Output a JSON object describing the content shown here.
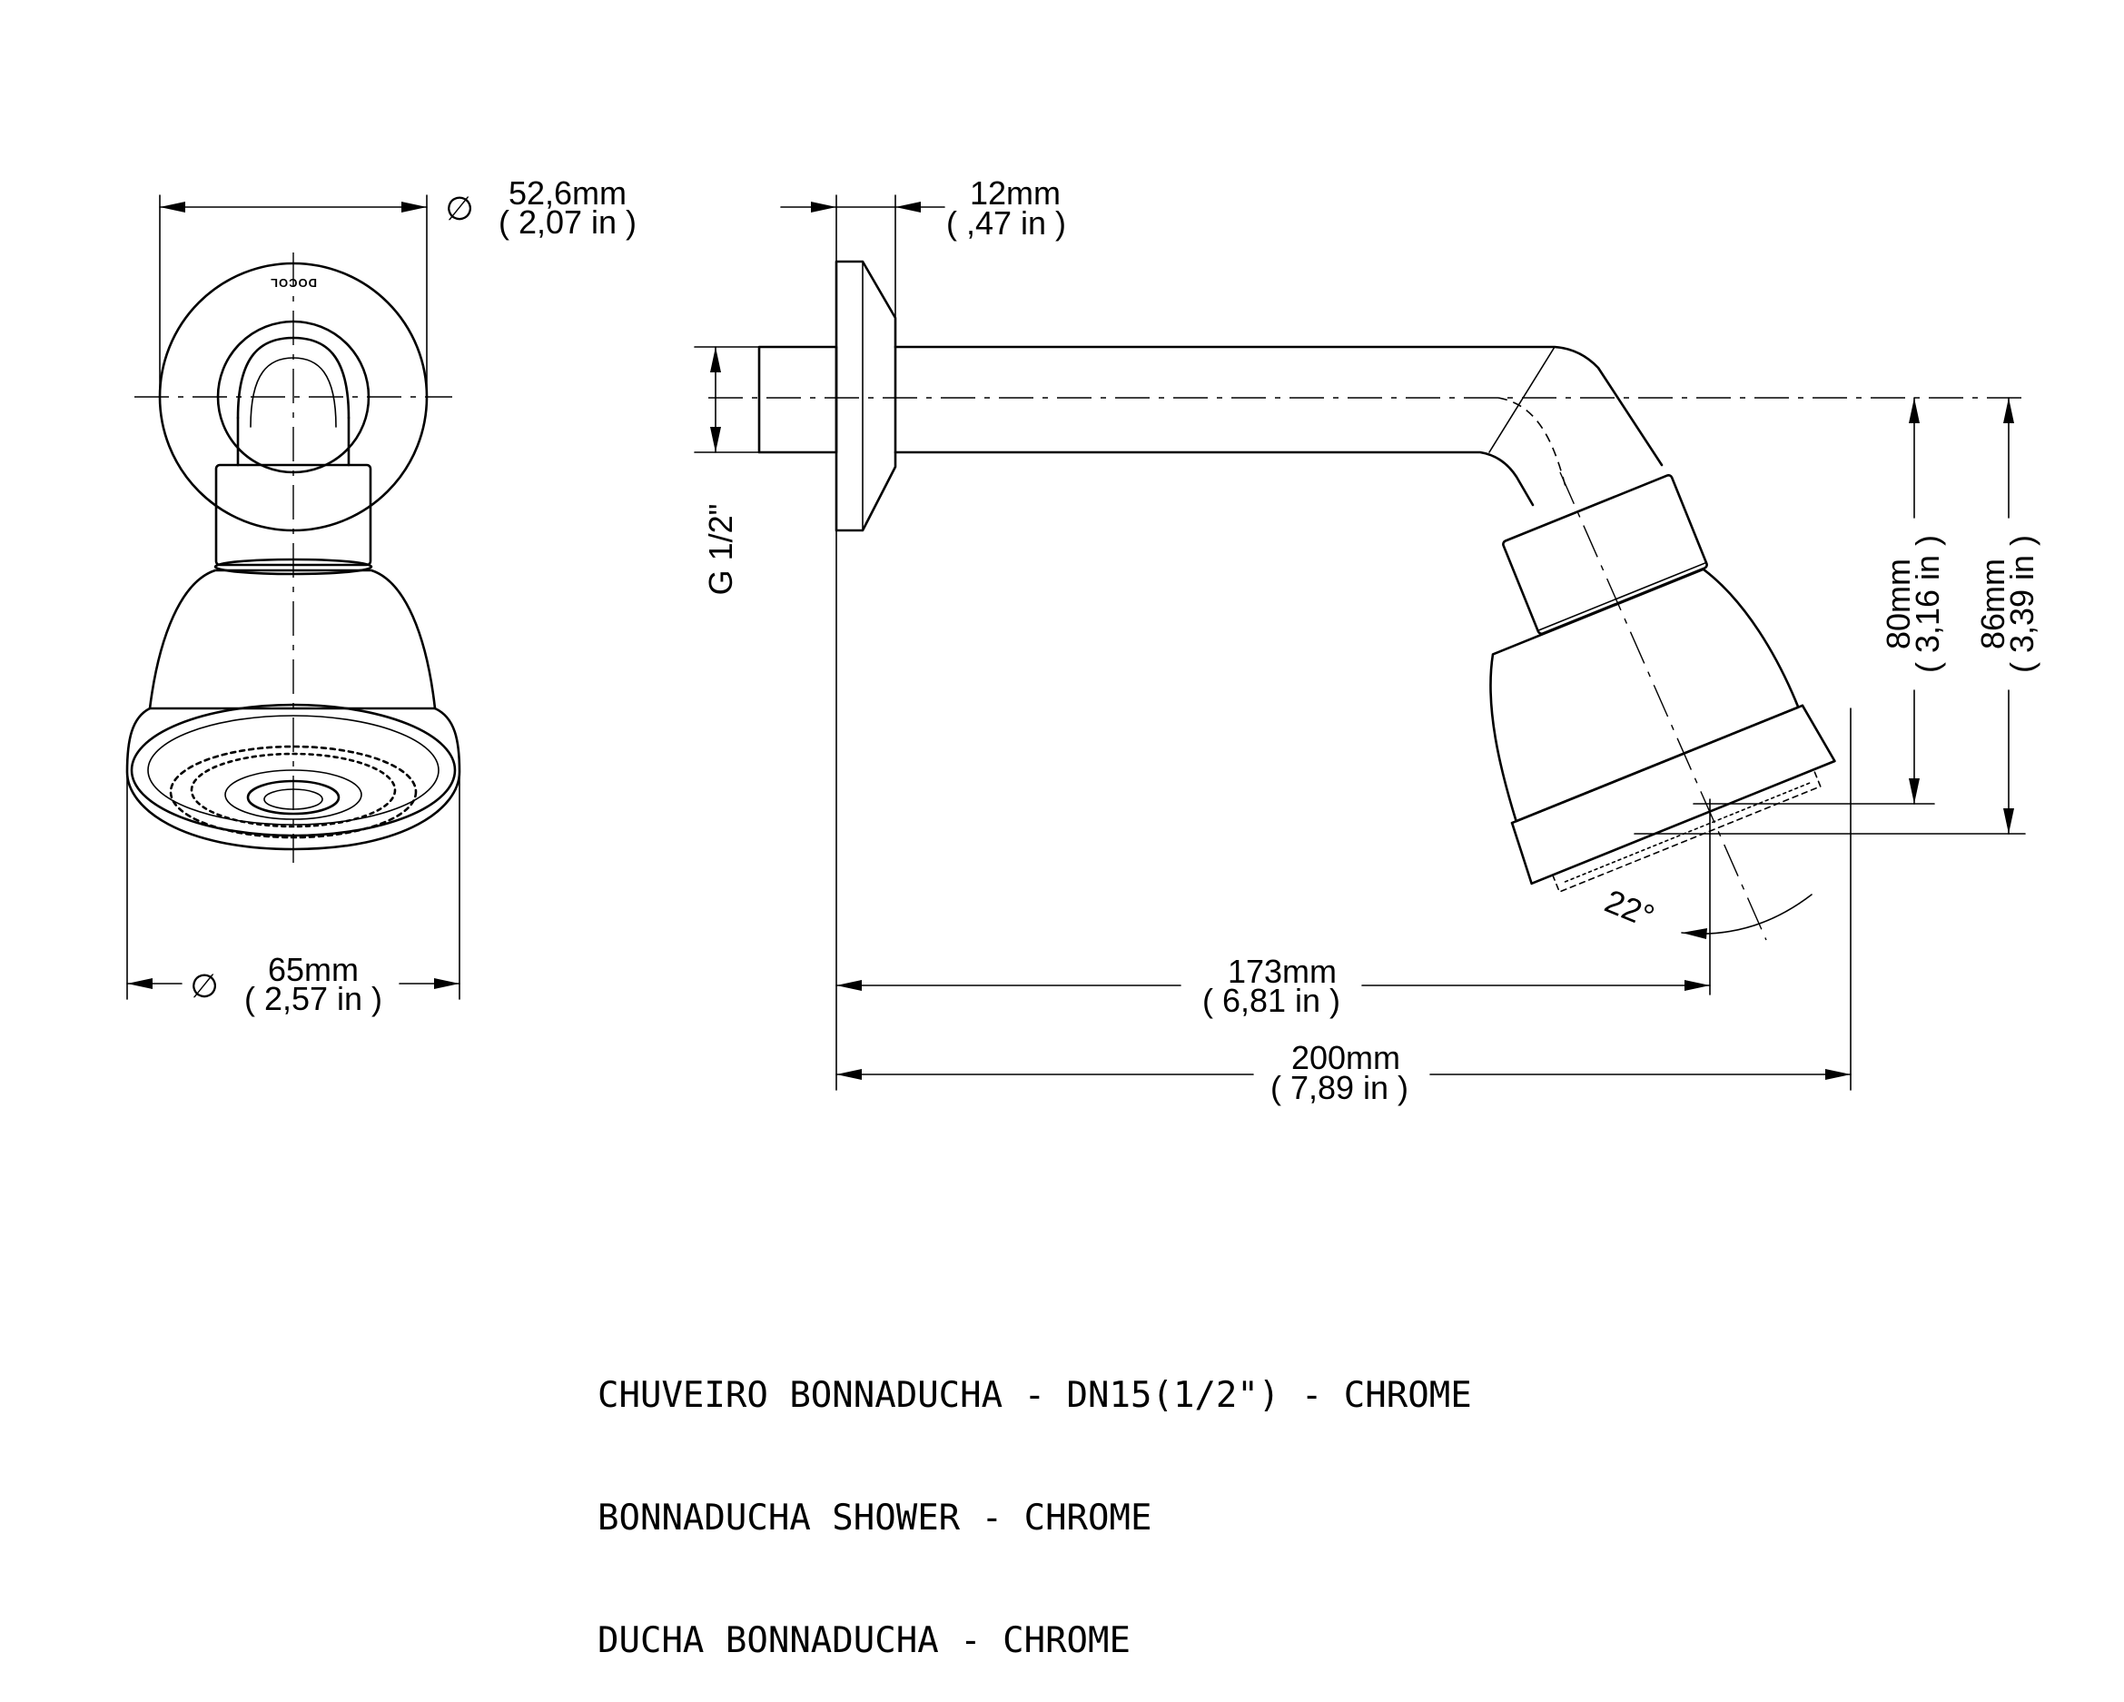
{
  "brand_mark": "DOCOL",
  "dimensions": {
    "flange_diameter": {
      "symbol": "∅",
      "mm": "52,6mm",
      "inch": "( 2,07 in )"
    },
    "head_diameter": {
      "symbol": "∅",
      "mm": "65mm",
      "inch": "( 2,57 in )"
    },
    "flange_thickness": {
      "mm": "12mm",
      "inch": "( ,47 in )"
    },
    "thread": "G 1/2\"",
    "drop_80": {
      "mm": "80mm",
      "inch": "( 3,16 in )"
    },
    "drop_86": {
      "mm": "86mm",
      "inch": "( 3,39 in )"
    },
    "reach_173": {
      "mm": "173mm",
      "inch": "( 6,81 in )"
    },
    "reach_200": {
      "mm": "200mm",
      "inch": "( 7,89 in )"
    },
    "angle": "22°"
  },
  "caption": {
    "line1": "CHUVEIRO BONNADUCHA - DN15(1/2\") - CHROME",
    "line2": "BONNADUCHA SHOWER - CHROME",
    "line3": "DUCHA BONNADUCHA - CHROME"
  }
}
